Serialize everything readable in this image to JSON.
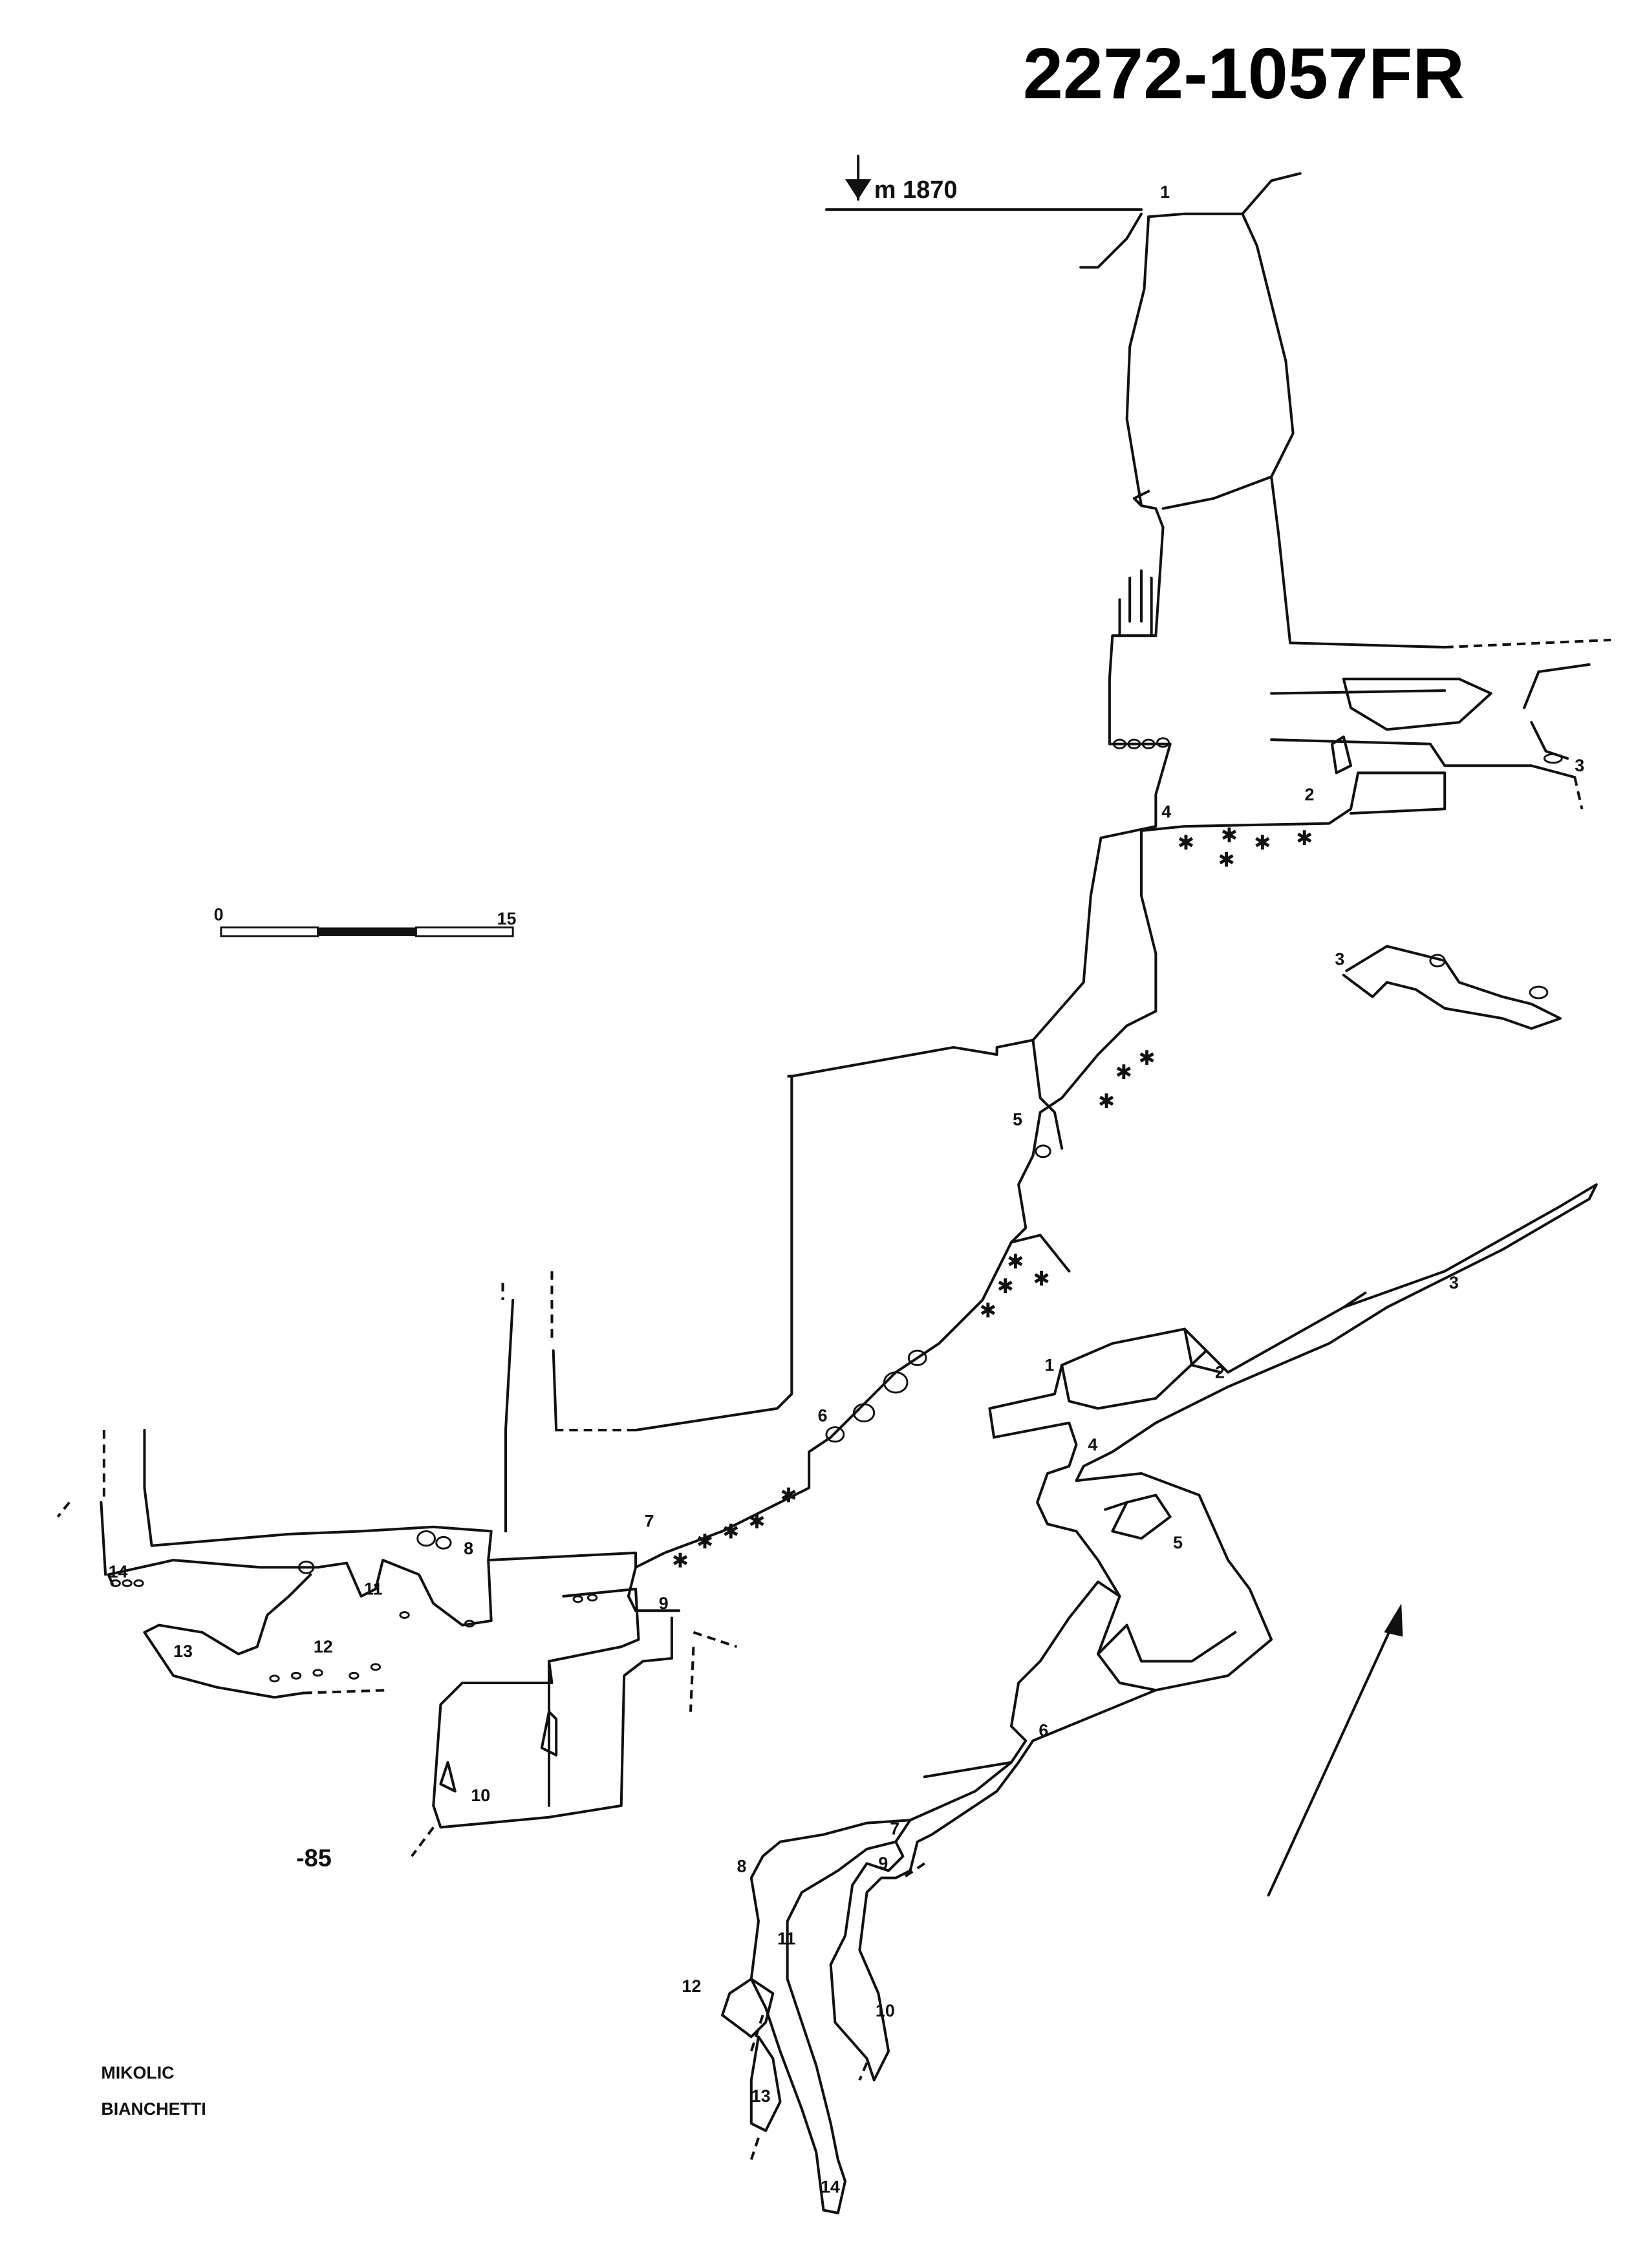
{
  "title": "2272-1057FR",
  "entrance": {
    "elevation_label": "m 1870"
  },
  "depth_label": "-85",
  "scale_bar": {
    "start": "0",
    "end": "15"
  },
  "authors": [
    "MIKOLIC",
    "BIANCHETTI"
  ],
  "profile_labels": [
    "1",
    "2",
    "3",
    "4",
    "3",
    "5",
    "6",
    "7",
    "8",
    "9",
    "10",
    "11",
    "12",
    "13",
    "14"
  ],
  "plan_labels": [
    "1",
    "2",
    "3",
    "4",
    "5",
    "6",
    "7",
    "8",
    "9",
    "10",
    "11",
    "12",
    "13",
    "14"
  ],
  "star_glyph": "✱",
  "icons": {
    "entrance": "down-arrow-icon",
    "north": "north-arrow-icon"
  }
}
